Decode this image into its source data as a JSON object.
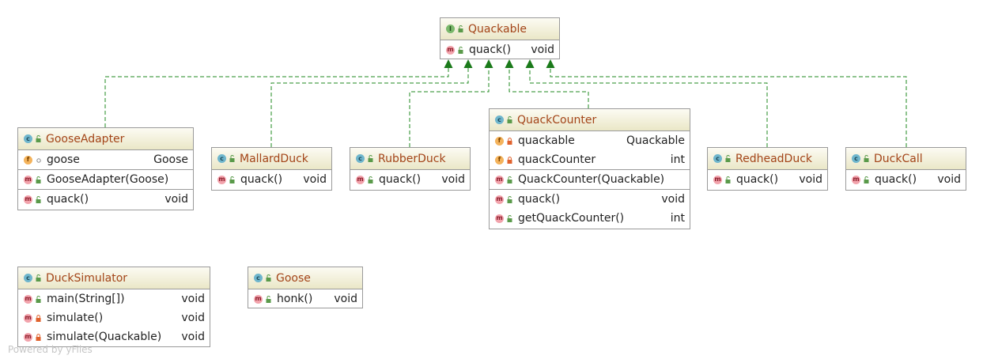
{
  "credit": "Powered by yFiles",
  "colors": {
    "edge": "#1f8a1f",
    "arrowhead": "#1a7a1a",
    "class_title": "#a34418",
    "header_top": "#fcfbf3",
    "header_bottom": "#eae7c7"
  },
  "nodes": {
    "quackable": {
      "kind": "interface",
      "name": "Quackable",
      "methods": [
        {
          "name": "quack()",
          "type": "void"
        }
      ]
    },
    "goose_adapter": {
      "kind": "class",
      "name": "GooseAdapter",
      "fields": [
        {
          "name": "goose",
          "type": "Goose"
        }
      ],
      "methods": [
        {
          "name": "GooseAdapter(Goose)",
          "type": ""
        },
        {
          "name": "quack()",
          "type": "void"
        }
      ]
    },
    "mallard_duck": {
      "kind": "class",
      "name": "MallardDuck",
      "methods": [
        {
          "name": "quack()",
          "type": "void"
        }
      ]
    },
    "rubber_duck": {
      "kind": "class",
      "name": "RubberDuck",
      "methods": [
        {
          "name": "quack()",
          "type": "void"
        }
      ]
    },
    "quack_counter": {
      "kind": "class",
      "name": "QuackCounter",
      "fields": [
        {
          "name": "quackable",
          "type": "Quackable"
        },
        {
          "name": "quackCounter",
          "type": "int"
        }
      ],
      "methods": [
        {
          "name": "QuackCounter(Quackable)",
          "type": ""
        },
        {
          "name": "quack()",
          "type": "void"
        },
        {
          "name": "getQuackCounter()",
          "type": "int"
        }
      ]
    },
    "redhead_duck": {
      "kind": "class",
      "name": "RedheadDuck",
      "methods": [
        {
          "name": "quack()",
          "type": "void"
        }
      ]
    },
    "duck_call": {
      "kind": "class",
      "name": "DuckCall",
      "methods": [
        {
          "name": "quack()",
          "type": "void"
        }
      ]
    },
    "duck_simulator": {
      "kind": "class",
      "name": "DuckSimulator",
      "methods": [
        {
          "name": "main(String[])",
          "type": "void"
        },
        {
          "name": "simulate()",
          "type": "void"
        },
        {
          "name": "simulate(Quackable)",
          "type": "void"
        }
      ]
    },
    "goose": {
      "kind": "class",
      "name": "Goose",
      "methods": [
        {
          "name": "honk()",
          "type": "void"
        }
      ]
    }
  },
  "icons": {
    "class": "class-icon",
    "interface": "interface-icon",
    "method": "method-icon",
    "field": "field-icon",
    "public": "public-lock-icon",
    "private": "private-lock-icon",
    "package": "package-private-icon"
  },
  "edges": [
    {
      "from": "GooseAdapter",
      "to": "Quackable",
      "type": "implements"
    },
    {
      "from": "MallardDuck",
      "to": "Quackable",
      "type": "implements"
    },
    {
      "from": "RubberDuck",
      "to": "Quackable",
      "type": "implements"
    },
    {
      "from": "QuackCounter",
      "to": "Quackable",
      "type": "implements"
    },
    {
      "from": "RedheadDuck",
      "to": "Quackable",
      "type": "implements"
    },
    {
      "from": "DuckCall",
      "to": "Quackable",
      "type": "implements"
    }
  ]
}
